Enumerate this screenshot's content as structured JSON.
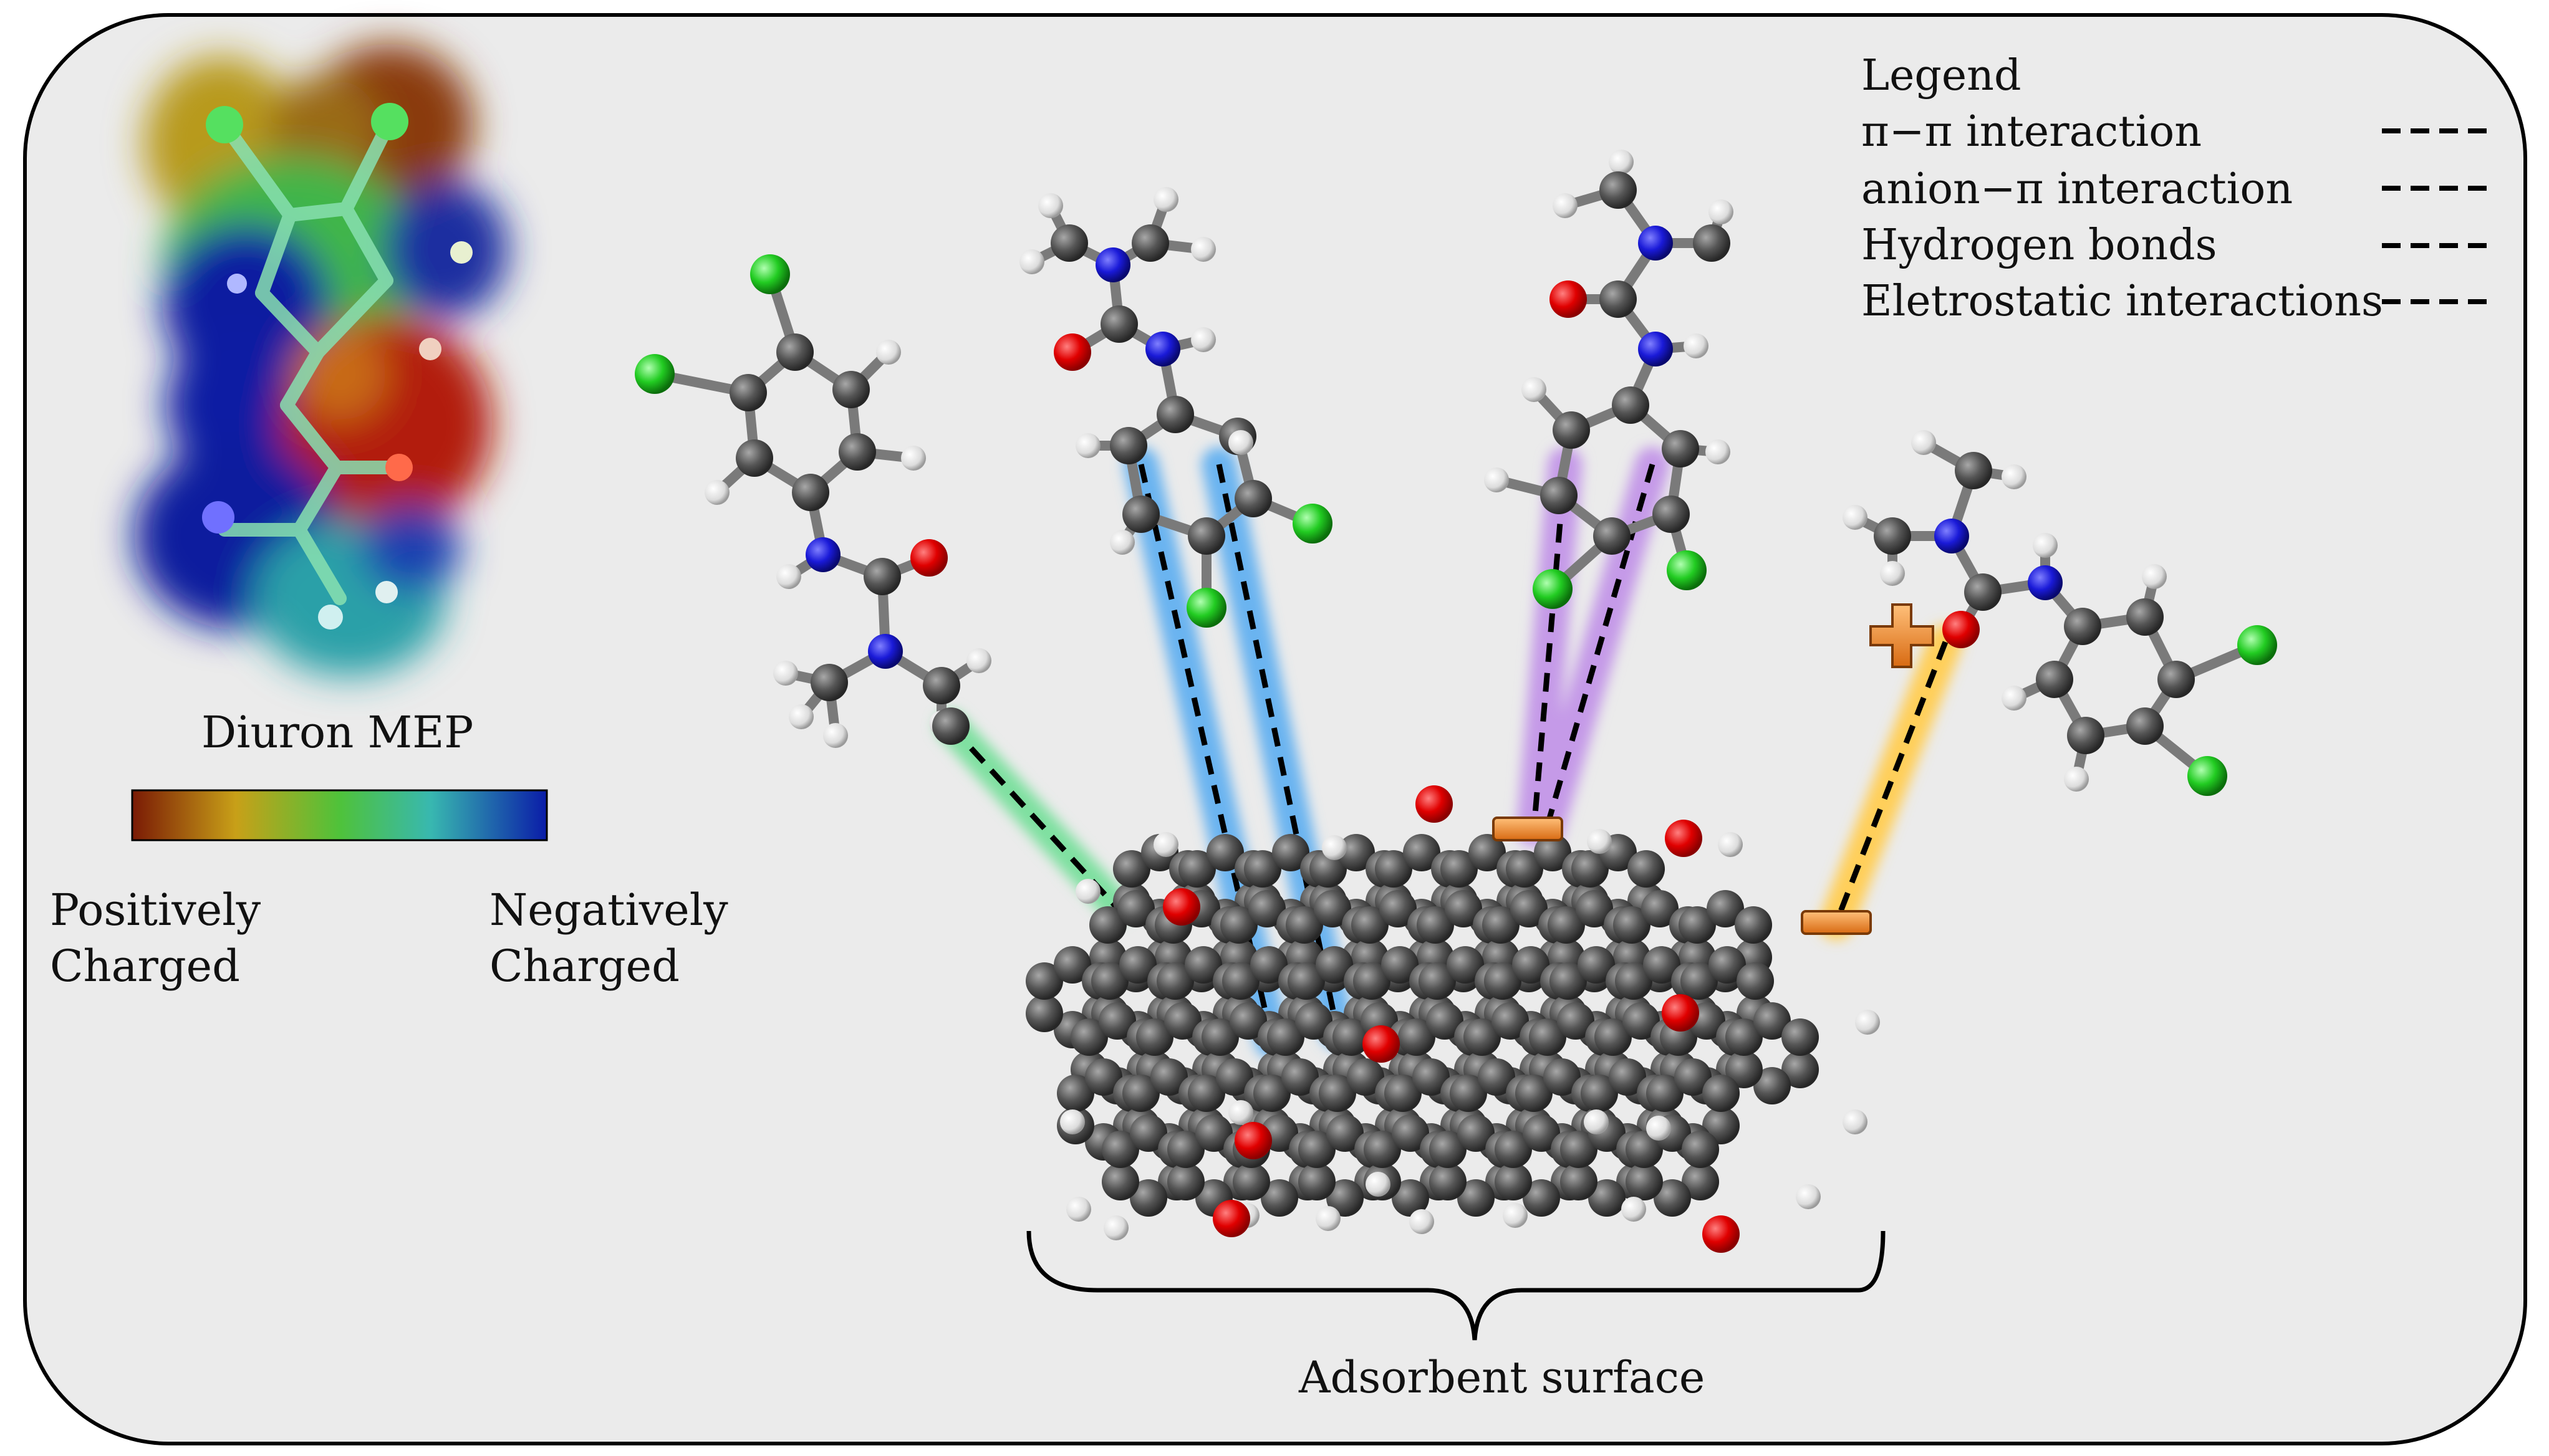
{
  "mep": {
    "caption": "Diuron MEP",
    "scale_left_label": "Positively Charged",
    "scale_left_line1": "Positively",
    "scale_left_line2": "Charged",
    "scale_right_label": "Negatively Charged",
    "scale_right_line1": "Negatively",
    "scale_right_line2": "Charged",
    "gradient_colors": [
      "#7a1a05",
      "#c8a018",
      "#4fc23a",
      "#38b8b0",
      "#0a1ca8"
    ]
  },
  "legend": {
    "title": "Legend",
    "items": [
      {
        "label": "π−π interaction",
        "glow": "#7fe0a0"
      },
      {
        "label": "anion−π interaction",
        "glow": "#6ab4f0"
      },
      {
        "label": "Hydrogen bonds",
        "glow": "#c59ae8"
      },
      {
        "label": "Eletrostatic interactions",
        "glow": "#ffcf5a"
      }
    ]
  },
  "surface_label": "Adsorbent surface",
  "atom_colors": {
    "carbon": "#4a4a4a",
    "hydrogen": "#e8e8e8",
    "oxygen": "#e00000",
    "nitrogen": "#1a1ad8",
    "chlorine": "#22cc22",
    "charge": "#f08a2a"
  }
}
